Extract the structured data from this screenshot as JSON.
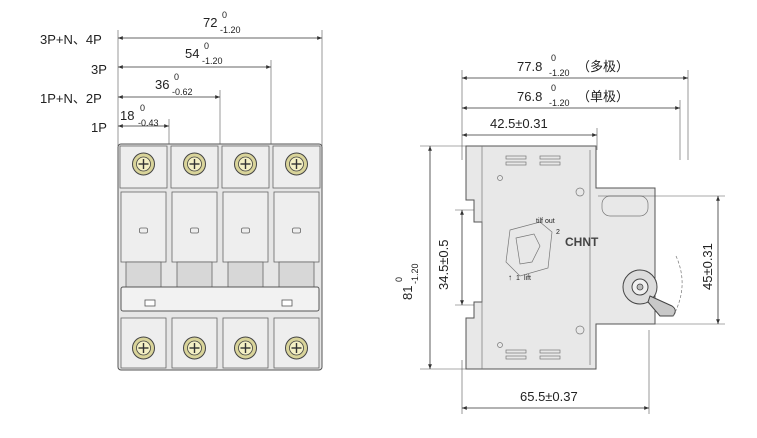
{
  "front_view": {
    "labels": {
      "row_4p": "3P+N、4P",
      "row_3p": "3P",
      "row_2p": "1P+N、2P",
      "row_1p": "1P"
    },
    "dims": {
      "w4": {
        "value": "72",
        "upper": "0",
        "lower": "-1.20"
      },
      "w3": {
        "value": "54",
        "upper": "0",
        "lower": "-1.20"
      },
      "w2": {
        "value": "36",
        "upper": "0",
        "lower": "-0.62"
      },
      "w1": {
        "value": "18",
        "upper": "0",
        "lower": "-0.43"
      }
    },
    "pole_count": 4
  },
  "side_view": {
    "dims": {
      "depth_multi": {
        "value": "77.8",
        "upper": "0",
        "lower": "-1.20",
        "note": "（多极）"
      },
      "depth_single": {
        "value": "76.8",
        "upper": "0",
        "lower": "-1.20",
        "note": "（单极）"
      },
      "rail_to_face": "42.5±0.31",
      "height": {
        "value": "81",
        "upper": "0",
        "lower": "-1.20"
      },
      "rail_height": "34.5±0.5",
      "front_height": "45±0.31",
      "bottom_depth": "65.5±0.37"
    },
    "brand": "CHNT",
    "markings": {
      "trip_out": "tilf out",
      "step2": "2",
      "step1": "1",
      "lift": "lift",
      "arrow_up": "↑"
    }
  }
}
